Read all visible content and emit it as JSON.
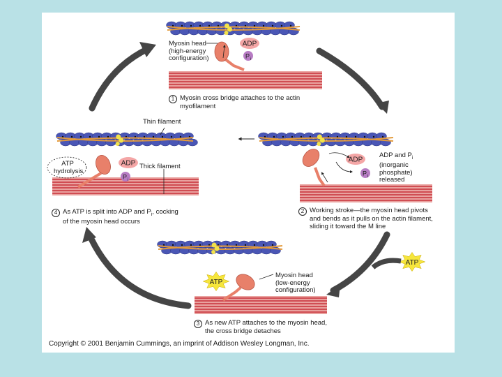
{
  "colors": {
    "background": "#b9e1e6",
    "actin": "#4a56b5",
    "actin_dark": "#2d3580",
    "tropomyosin": "#e39a3a",
    "troponin": "#f2e24a",
    "myosin": "#e8806a",
    "thick_filament": "#c7313a",
    "adp": "#f4a6a6",
    "pi": "#b77cc4",
    "atp": "#f6e63c",
    "cycle_arrow": "#444444"
  },
  "labels": {
    "myosin_head_high": [
      "Myosin head",
      "(high-energy",
      "configuration)"
    ],
    "adp": "ADP",
    "pi": "P",
    "pi_sub": "i",
    "atp": "ATP",
    "thin_filament": "Thin filament",
    "thick_filament": "Thick filament",
    "atp_hydrolysis": [
      "ATP",
      "hydrolysis"
    ],
    "adp_pi_released": [
      "ADP and P",
      "(inorganic",
      "phosphate)",
      "released"
    ],
    "myosin_head_low": [
      "Myosin head",
      "(low-energy",
      "configuration)"
    ]
  },
  "steps": [
    {
      "num": "1",
      "lines": [
        "Myosin cross bridge attaches to the actin",
        "myofilament"
      ]
    },
    {
      "num": "2",
      "lines": [
        "Working stroke—the myosin head pivots",
        "and bends as it pulls on the actin filament,",
        "sliding it toward the M line"
      ]
    },
    {
      "num": "3",
      "lines": [
        "As new ATP attaches to the myosin head,",
        "the cross bridge detaches"
      ]
    },
    {
      "num": "4",
      "lines": [
        "As ATP is split into ADP and P",
        ", cocking",
        "of the myosin head occurs"
      ]
    }
  ],
  "copyright": "Copyright © 2001 Benjamin Cummings, an imprint of Addison Wesley Longman, Inc."
}
